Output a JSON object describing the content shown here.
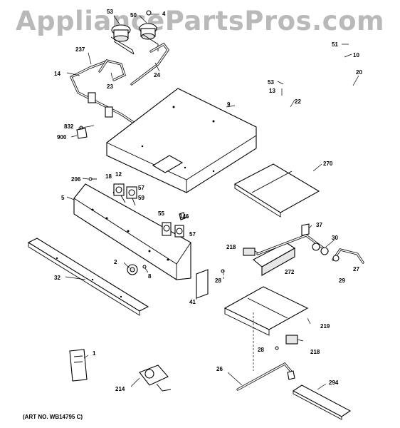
{
  "watermark": "AppliancePartsPros.com",
  "art_number": "(ART NO. WB14795 C)",
  "callouts": {
    "c53a": "53",
    "c50": "50",
    "c4": "4",
    "c237": "237",
    "c14": "14",
    "c23": "23",
    "c24": "24",
    "c51": "51",
    "c10": "10",
    "c20": "20",
    "c53b": "53",
    "c13": "13",
    "c22": "22",
    "c9": "9",
    "c832": "832",
    "c900": "900",
    "c206": "206",
    "c18": "18",
    "c12": "12",
    "c57a": "57",
    "c59": "59",
    "c5": "5",
    "c270": "270",
    "c55": "55",
    "c146": "146",
    "c57b": "57",
    "c37": "37",
    "c218a": "218",
    "c30": "30",
    "c272": "272",
    "c27": "27",
    "c29": "29",
    "c32": "32",
    "c2": "2",
    "c8": "8",
    "c28a": "28",
    "c41": "41",
    "c219": "219",
    "c28b": "28",
    "c218b": "218",
    "c1": "1",
    "c26": "26",
    "c294": "294",
    "c214": "214"
  }
}
